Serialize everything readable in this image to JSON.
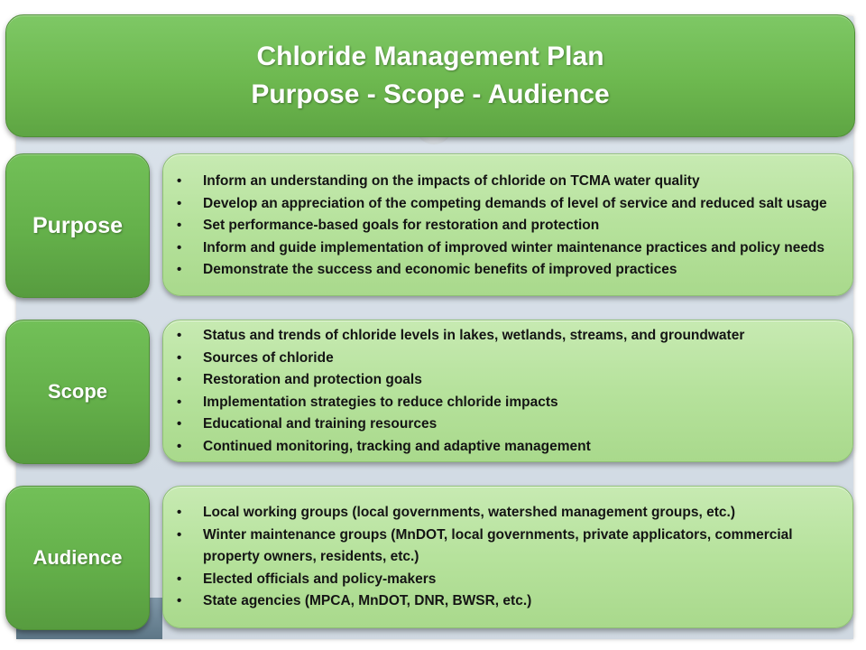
{
  "header": {
    "title_line1": "Chloride Management Plan",
    "title_line2": "Purpose - Scope - Audience"
  },
  "sections": [
    {
      "label": "Purpose",
      "items": [
        "Inform an understanding on the impacts of chloride on TCMA water quality",
        "Develop an appreciation of the competing demands of level of service and reduced salt usage",
        "Set performance-based goals for restoration and protection",
        "Inform and guide implementation of improved winter maintenance practices and policy needs",
        "Demonstrate the success and economic benefits of improved practices"
      ]
    },
    {
      "label": "Scope",
      "items": [
        "Status and trends of chloride levels in lakes, wetlands, streams, and groundwater",
        "Sources of chloride",
        "Restoration and protection goals",
        "Implementation strategies to reduce chloride impacts",
        "Educational and training resources",
        "Continued monitoring, tracking and adaptive management"
      ]
    },
    {
      "label": "Audience",
      "items": [
        "Local working groups (local governments, watershed management groups, etc.)",
        "Winter maintenance groups (MnDOT, local governments, private applicators, commercial property owners, residents, etc.)",
        "Elected officials and policy-makers",
        "State agencies (MPCA, MnDOT, DNR, BWSR, etc.)"
      ]
    }
  ],
  "colors": {
    "header_green": "#6db84f",
    "label_green": "#64b04a",
    "content_green": "#b6e29c",
    "backdrop": "#d5dde5"
  }
}
